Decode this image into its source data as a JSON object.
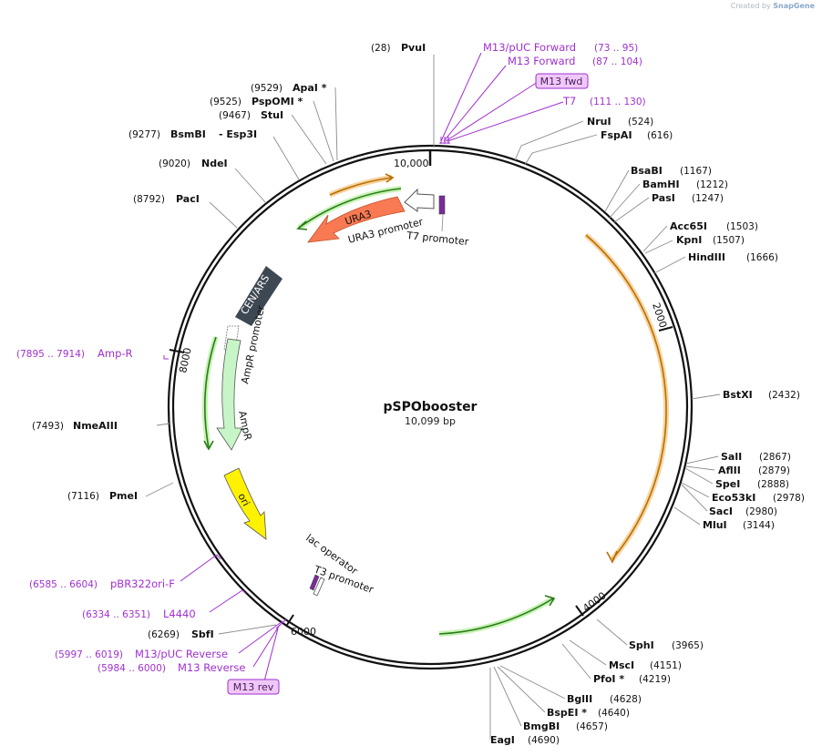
{
  "credit": {
    "prefix": "Created by",
    "brand": "SnapGene"
  },
  "plasmid": {
    "name": "pSPObooster",
    "size_label": "10,099 bp",
    "length": 10099
  },
  "ticks": [
    {
      "pos": 0,
      "label": "10,000"
    },
    {
      "pos": 2000,
      "label": "2000"
    },
    {
      "pos": 4000,
      "label": "4000"
    },
    {
      "pos": 6000,
      "label": "6000"
    },
    {
      "pos": 8000,
      "label": "8000"
    }
  ],
  "enzymes": [
    {
      "name": "PvuI",
      "coord": "(28)",
      "pos": 28
    },
    {
      "name": "NruI",
      "coord": "(524)",
      "pos": 524
    },
    {
      "name": "FspAI",
      "coord": "(616)",
      "pos": 616
    },
    {
      "name": "BsaBI",
      "coord": "(1167)",
      "pos": 1167
    },
    {
      "name": "BamHI",
      "coord": "(1212)",
      "pos": 1212
    },
    {
      "name": "PasI",
      "coord": "(1247)",
      "pos": 1247
    },
    {
      "name": "Acc65I",
      "coord": "(1503)",
      "pos": 1503
    },
    {
      "name": "KpnI",
      "coord": "(1507)",
      "pos": 1507
    },
    {
      "name": "HindIII",
      "coord": "(1666)",
      "pos": 1666
    },
    {
      "name": "BstXI",
      "coord": "(2432)",
      "pos": 2432
    },
    {
      "name": "SalI",
      "coord": "(2867)",
      "pos": 2867
    },
    {
      "name": "AflII",
      "coord": "(2879)",
      "pos": 2879
    },
    {
      "name": "SpeI",
      "coord": "(2888)",
      "pos": 2888
    },
    {
      "name": "Eco53kI",
      "coord": "(2978)",
      "pos": 2978
    },
    {
      "name": "SacI",
      "coord": "(2980)",
      "pos": 2980
    },
    {
      "name": "MluI",
      "coord": "(3144)",
      "pos": 3144
    },
    {
      "name": "SphI",
      "coord": "(3965)",
      "pos": 3965
    },
    {
      "name": "MscI",
      "coord": "(4151)",
      "pos": 4151
    },
    {
      "name": "PfoI *",
      "coord": "(4219)",
      "pos": 4219
    },
    {
      "name": "BglII",
      "coord": "(4628)",
      "pos": 4628
    },
    {
      "name": "BspEI *",
      "coord": "(4640)",
      "pos": 4640
    },
    {
      "name": "BmgBI",
      "coord": "(4657)",
      "pos": 4657
    },
    {
      "name": "EagI",
      "coord": "(4690)",
      "pos": 4690
    },
    {
      "name": "SbfI",
      "coord": "(6269)",
      "pos": 6269
    },
    {
      "name": "PmeI",
      "coord": "(7116)",
      "pos": 7116
    },
    {
      "name": "NmeAIII",
      "coord": "(7493)",
      "pos": 7493
    },
    {
      "name": "PacI",
      "coord": "(8792)",
      "pos": 8792
    },
    {
      "name": "NdeI",
      "coord": "(9020)",
      "pos": 9020
    },
    {
      "name": "BsmBI",
      "coord": "(9277)",
      "pos": 9277,
      "extra": "- Esp3I"
    },
    {
      "name": "StuI",
      "coord": "(9467)",
      "pos": 9467
    },
    {
      "name": "PspOMI *",
      "coord": "(9525)",
      "pos": 9525
    },
    {
      "name": "ApaI *",
      "coord": "(9529)",
      "pos": 9529
    }
  ],
  "primers": [
    {
      "name": "M13/pUC Forward",
      "range": "(73 .. 95)",
      "pos": 84
    },
    {
      "name": "M13 Forward",
      "range": "(87 .. 104)",
      "pos": 95
    },
    {
      "name": "T7",
      "range": "(111 .. 130)",
      "pos": 120
    },
    {
      "name": "Amp-R",
      "range": "(7895 .. 7914)",
      "pos": 7904
    },
    {
      "name": "pBR322ori-F",
      "range": "(6585 .. 6604)",
      "pos": 6594
    },
    {
      "name": "L4440",
      "range": "(6334 .. 6351)",
      "pos": 6342
    },
    {
      "name": "M13/pUC Reverse",
      "range": "(5997 .. 6019)",
      "pos": 6008
    },
    {
      "name": "M13 Reverse",
      "range": "(5984 .. 6000)",
      "pos": 5992
    }
  ],
  "tags": [
    {
      "label": "M13 fwd"
    },
    {
      "label": "M13 rev"
    }
  ],
  "features": [
    {
      "label": "URA3"
    },
    {
      "label": "URA3 promoter"
    },
    {
      "label": "T7 promoter"
    },
    {
      "label": "CEN/ARS"
    },
    {
      "label": "AmpR promoter"
    },
    {
      "label": "AmpR"
    },
    {
      "label": "ori"
    },
    {
      "label": "lac operator"
    },
    {
      "label": "T3 promoter"
    }
  ],
  "colors": {
    "backbone": "#111111",
    "enzyme_line": "#8c8c8c",
    "primer": "#a030d0",
    "ura3": "#f97a52",
    "ampr": "#c8f5c8",
    "ori": "#fff200",
    "cen_ars": "#3e4852",
    "orange_arc": "#e08a10",
    "green_arc": "#2a8a1a",
    "tag_fill": "#f0c8f8"
  }
}
